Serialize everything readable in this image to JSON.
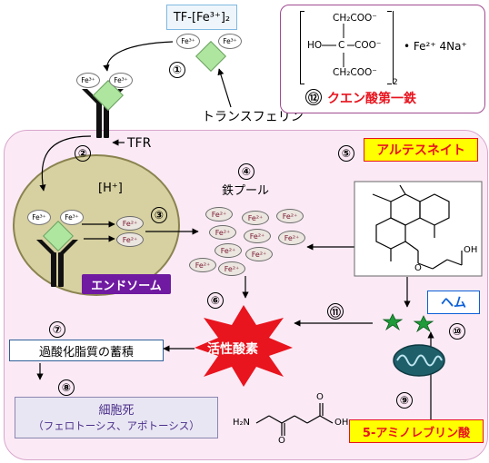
{
  "transferrin_complex": {
    "label": "TF-[Fe³⁺]₂",
    "fe_label": "Fe³⁺"
  },
  "transferrin": {
    "label": "トランスフェリン"
  },
  "tfr": {
    "label": "TFR"
  },
  "endosome": {
    "label": "エンドソーム",
    "h_label": "[H⁺]",
    "fe2_label": "Fe²⁺"
  },
  "iron_pool": {
    "label": "鉄プール",
    "fe2_label": "Fe²⁺"
  },
  "artesunate": {
    "label": "アルテスネイト"
  },
  "heme": {
    "label": "ヘム"
  },
  "ros": {
    "label": "活性酸素"
  },
  "lipid_peroxide": {
    "label": "過酸化脂質の蓄積"
  },
  "cell_death": {
    "label": "細胞死",
    "sub": "（フェロトーシス、アポトーシス）"
  },
  "ala": {
    "label": "5-アミノレブリン酸"
  },
  "ferrous_citrate": {
    "label": "クエン酸第一鉄",
    "formula": {
      "ch2coo_top": "CH₂COO⁻",
      "ho": "HO",
      "c": "C",
      "coo": "COO⁻",
      "ch2coo_bottom": "CH₂COO⁻",
      "subscript": "2",
      "salt": "• Fe²⁺ 4Na⁺"
    }
  },
  "steps": [
    "①",
    "②",
    "③",
    "④",
    "⑤",
    "⑥",
    "⑦",
    "⑧",
    "⑨",
    "⑩",
    "⑪",
    "⑫"
  ],
  "artesunate_structure": {
    "oh": "OH",
    "o": "O"
  },
  "ala_structure": {
    "h2n": "H₂N",
    "oh": "OH",
    "o": "O"
  },
  "colors": {
    "cell_bg": "#fbeaf5",
    "endosome_bg": "#d7d0a0",
    "accent_red": "#e8141e",
    "artesunate_bg": "#ffff00",
    "heme_text": "#0b5fd8",
    "ros_fill": "#e8141e"
  }
}
